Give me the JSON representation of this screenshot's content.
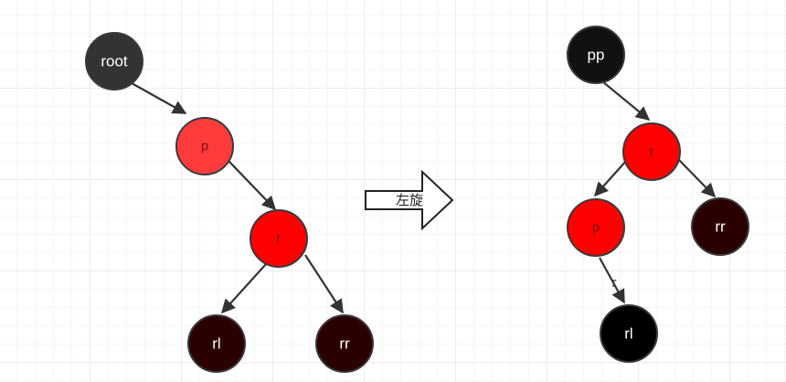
{
  "left_tree": {
    "nodes": {
      "root": {
        "label": "root",
        "color": "#333333"
      },
      "p": {
        "label": "p",
        "color": "#ff3b3b"
      },
      "r": {
        "label": "r",
        "color": "#ff0000"
      },
      "rl": {
        "label": "rl",
        "color": "#2b0000"
      },
      "rr": {
        "label": "rr",
        "color": "#2b0000"
      }
    }
  },
  "rotation": {
    "label": "左旋"
  },
  "right_tree": {
    "nodes": {
      "pp": {
        "label": "pp",
        "color": "#111111"
      },
      "r": {
        "label": "r",
        "color": "#ff0000"
      },
      "p": {
        "label": "p",
        "color": "#ff0000"
      },
      "rr": {
        "label": "rr",
        "color": "#2b0000"
      },
      "rl": {
        "label": "rl",
        "color": "#000000"
      }
    },
    "edge_label": "r"
  }
}
